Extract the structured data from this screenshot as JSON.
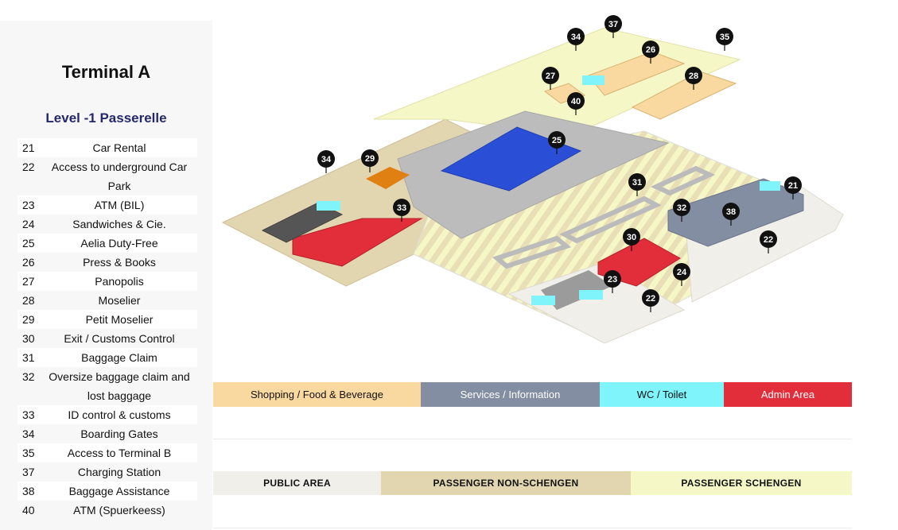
{
  "sidebar": {
    "title": "Terminal A",
    "level": "Level -1 Passerelle",
    "items": [
      {
        "num": "21",
        "label": "Car Rental"
      },
      {
        "num": "22",
        "label": "Access to underground Car Park"
      },
      {
        "num": "23",
        "label": "ATM (BIL)"
      },
      {
        "num": "24",
        "label": "Sandwiches & Cie."
      },
      {
        "num": "25",
        "label": "Aelia Duty-Free"
      },
      {
        "num": "26",
        "label": "Press & Books"
      },
      {
        "num": "27",
        "label": "Panopolis"
      },
      {
        "num": "28",
        "label": "Moselier"
      },
      {
        "num": "29",
        "label": "Petit Moselier"
      },
      {
        "num": "30",
        "label": "Exit / Customs Control"
      },
      {
        "num": "31",
        "label": "Baggage Claim"
      },
      {
        "num": "32",
        "label": "Oversize baggage claim and lost baggage"
      },
      {
        "num": "33",
        "label": "ID control & customs"
      },
      {
        "num": "34",
        "label": "Boarding Gates"
      },
      {
        "num": "35",
        "label": "Access to Terminal B"
      },
      {
        "num": "37",
        "label": "Charging Station"
      },
      {
        "num": "38",
        "label": "Baggage Assistance"
      },
      {
        "num": "40",
        "label": "ATM (Spuerkeess)"
      }
    ]
  },
  "map_pins": [
    "37",
    "34",
    "35",
    "26",
    "27",
    "28",
    "40",
    "25",
    "29",
    "34",
    "33",
    "31",
    "21",
    "32",
    "38",
    "22",
    "30",
    "23",
    "24",
    "22"
  ],
  "categories": [
    {
      "label": "Shopping / Food & Beverage",
      "color": "#f9d9a0",
      "text_color": "#111111"
    },
    {
      "label": "Services / Information",
      "color": "#838ea3",
      "text_color": "#ffffff"
    },
    {
      "label": "WC / Toilet",
      "color": "#7ff4fb",
      "text_color": "#111111"
    },
    {
      "label": "Admin Area",
      "color": "#e22d3a",
      "text_color": "#ffffff"
    }
  ],
  "areas": [
    {
      "label": "PUBLIC AREA",
      "color": "#f1efea"
    },
    {
      "label": "PASSENGER NON-SCHENGEN",
      "color": "#e2d6b0"
    },
    {
      "label": "PASSENGER SCHENGEN",
      "color": "#f5f7c6"
    }
  ],
  "colors": {
    "pin": "#111111",
    "duty_free": "#2a4fd6",
    "orange": "#e07f12",
    "gray": "#bcbcbc"
  }
}
